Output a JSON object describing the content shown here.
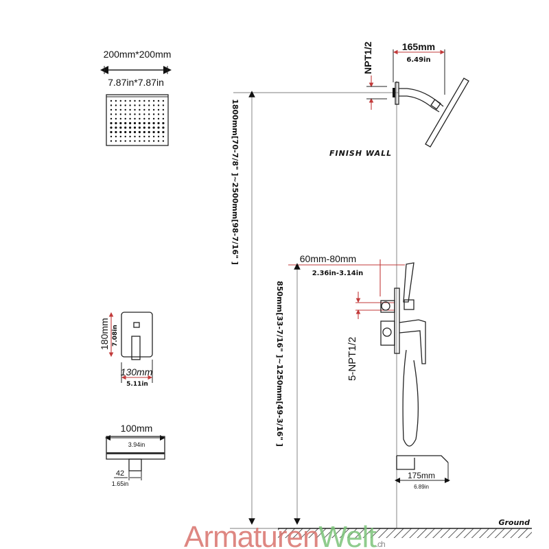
{
  "shower_head": {
    "size_mm": "200mm*200mm",
    "size_in": "7.87in*7.87in"
  },
  "height_range": "1800mm[70-7/8\" ]~2500mm[98-7/16\" ]",
  "arm": {
    "thread": "NPT1/2",
    "length_mm": "165mm",
    "length_in": "6.49in"
  },
  "finish_wall": "FINISH WALL",
  "valve_depth": {
    "mm": "60mm-80mm",
    "in": "2.36in-3.14in"
  },
  "valve_height": "850mm[33-7/16\" ]~1250mm[49-3/16\" ]",
  "valve_thread": "5-NPT1/2",
  "trim_plate": {
    "height_mm": "180mm",
    "height_in": "7.08in",
    "width_mm": "130mm",
    "width_in": "5.11in"
  },
  "spout_top": {
    "width_mm": "100mm",
    "width_in": "3.94in",
    "stem_mm": "42",
    "stem_in": "1.65in"
  },
  "spout": {
    "length_mm": "175mm",
    "length_in": "6.89in"
  },
  "ground": "Ground",
  "watermark": {
    "part1": "Armaturen",
    "part2": "Welt",
    "part3": ".ch"
  },
  "colors": {
    "dimension": "#c23a3a",
    "watermark_red": "#d9736d",
    "watermark_green": "#7cc47a"
  }
}
